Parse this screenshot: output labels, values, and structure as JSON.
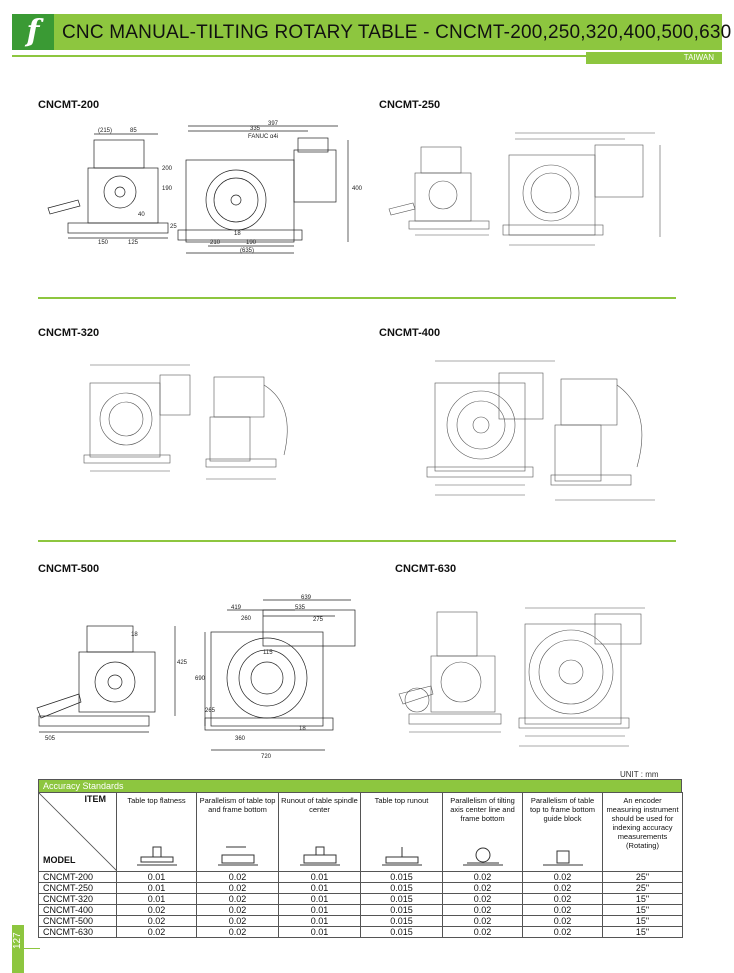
{
  "header": {
    "logo_glyph": "f",
    "title": "CNC MANUAL-TILTING ROTARY TABLE - CNCMT-200,250,320,400,500,630",
    "region": "TAIWAN"
  },
  "models": [
    {
      "label": "CNCMT-200"
    },
    {
      "label": "CNCMT-250"
    },
    {
      "label": "CNCMT-320"
    },
    {
      "label": "CNCMT-400"
    },
    {
      "label": "CNCMT-500"
    },
    {
      "label": "CNCMT-630"
    }
  ],
  "drawings": {
    "m200": {
      "d1": "(215)",
      "d2": "85",
      "d3": "397",
      "d4": "335",
      "fanuc": "FANUC α4i",
      "d5": "150",
      "d6": "125",
      "d7": "210",
      "d8": "190",
      "d9": "(635)",
      "d10": "400",
      "d11": "18",
      "d12": "40",
      "d13": "200",
      "d14": "190",
      "d15": "25"
    },
    "m500": {
      "d1": "639",
      "d2": "419",
      "d3": "535",
      "d4": "260",
      "d5": "275",
      "d6": "18",
      "d7": "425",
      "d8": "690",
      "d9": "505",
      "d10": "360",
      "d11": "720",
      "d12": "18",
      "d13": "115",
      "d14": "265"
    }
  },
  "table": {
    "unit": "UNIT : mm",
    "title": "Accuracy Standards",
    "item_label": "ITEM",
    "model_label": "MODEL",
    "columns": [
      "Table top flatness",
      "Parallelism of table top and frame bottom",
      "Runout of table spindle center",
      "Table top runout",
      "Parallelism of tilting axis center line and frame bottom",
      "Parallelism of table top to frame bottom guide block",
      "An encoder measuring instrument should be used for indexing accuracy measurements (Rotating)"
    ],
    "rows": [
      {
        "model": "CNCMT-200",
        "values": [
          "0.01",
          "0.02",
          "0.01",
          "0.015",
          "0.02",
          "0.02",
          "25\""
        ]
      },
      {
        "model": "CNCMT-250",
        "values": [
          "0.01",
          "0.02",
          "0.01",
          "0.015",
          "0.02",
          "0.02",
          "25\""
        ]
      },
      {
        "model": "CNCMT-320",
        "values": [
          "0.01",
          "0.02",
          "0.01",
          "0.015",
          "0.02",
          "0.02",
          "15\""
        ]
      },
      {
        "model": "CNCMT-400",
        "values": [
          "0.02",
          "0.02",
          "0.01",
          "0.015",
          "0.02",
          "0.02",
          "15\""
        ]
      },
      {
        "model": "CNCMT-500",
        "values": [
          "0.02",
          "0.02",
          "0.01",
          "0.015",
          "0.02",
          "0.02",
          "15\""
        ]
      },
      {
        "model": "CNCMT-630",
        "values": [
          "0.02",
          "0.02",
          "0.01",
          "0.015",
          "0.02",
          "0.02",
          "15\""
        ]
      }
    ]
  },
  "page_number": "127",
  "colors": {
    "accent": "#8dc63f",
    "logo": "#3a9a34"
  }
}
